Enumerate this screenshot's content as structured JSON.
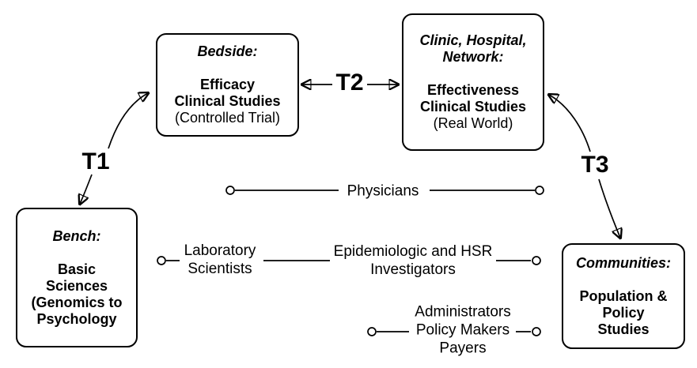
{
  "boxes": {
    "bedside": {
      "title": [
        "Bedside:"
      ],
      "body": [
        "Efficacy",
        "Clinical Studies"
      ],
      "note": "(Controlled Trial)"
    },
    "clinic": {
      "title": [
        "Clinic, Hospital,",
        "Network:"
      ],
      "body": [
        "Effectiveness",
        "Clinical Studies"
      ],
      "note": "(Real World)"
    },
    "bench": {
      "title": [
        "Bench:"
      ],
      "body": [
        "Basic",
        "Sciences",
        "(Genomics to",
        "Psychology"
      ]
    },
    "communities": {
      "title": [
        "Communities:"
      ],
      "body": [
        "Population &",
        "Policy",
        "Studies"
      ]
    }
  },
  "transitions": {
    "t1": "T1",
    "t2": "T2",
    "t3": "T3"
  },
  "connectors": {
    "physicians": [
      "Physicians"
    ],
    "laboratory_scientists": [
      "Laboratory",
      "Scientists"
    ],
    "epidemiologic_hsr": [
      "Epidemiologic and HSR",
      "Investigators"
    ],
    "administrators": [
      "Administrators",
      "Policy Makers",
      "Payers"
    ]
  },
  "colors": {
    "stroke": "#000000",
    "background": "#ffffff",
    "text": "#000000"
  }
}
